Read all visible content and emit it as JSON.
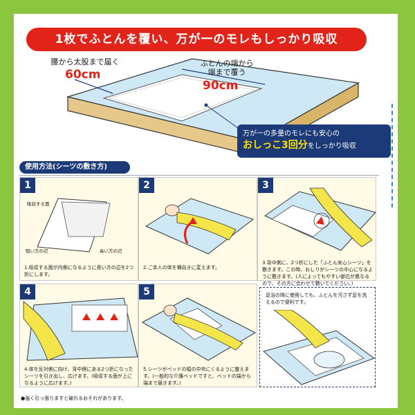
{
  "banner": "1枚でふとんを覆い、万が一のモレもしっかり吸収",
  "hero": {
    "label_left": "腰から太股まで届く",
    "size_left": "60cm",
    "label_right_1": "ふとんの端から",
    "label_right_2": "端まで覆う",
    "size_right": "90cm",
    "callout_line1": "万が一の多量のモレにも安心の",
    "callout_big": "おしっこ3回分",
    "callout_tail": "をしっかり吸収"
  },
  "section_title": "使用方法(シーツの敷き方)",
  "steps": [
    {
      "num": "1",
      "caption": "1.吸収する面が内側になるように長い方の辺を2つ折にします。",
      "label_a": "吸収する面",
      "label_b": "短い方の辺",
      "label_c": "長い方の辺"
    },
    {
      "num": "2",
      "caption": "2.ご本人の体を横向きに変えます。"
    },
    {
      "num": "3",
      "caption": "3.背中側に、2つ折にした「ふとん安心シーツ」を敷きます。この時、おしりがシーツの中心になるように敷きます。(人によってもやすい部位が異なるので、その方に合わせて敷いてください。)"
    },
    {
      "num": "4",
      "caption": "4.体を反対側に向け、背中側にある2つ折になったシーツを引き出し、広げます。(吸収する面が上になるように広げます。)"
    },
    {
      "num": "5",
      "caption": "5.シーツがベッドの幅の中央にくるように整えます。(一般的な介護ベッドですと、ベッドの端から端まで届きます。)"
    }
  ],
  "note": "足浴の時に使用しても、ふとんを汚さず足を洗えるので便利です。",
  "footnote": "●強く引っ張りますと破れるおそれがあります。"
}
